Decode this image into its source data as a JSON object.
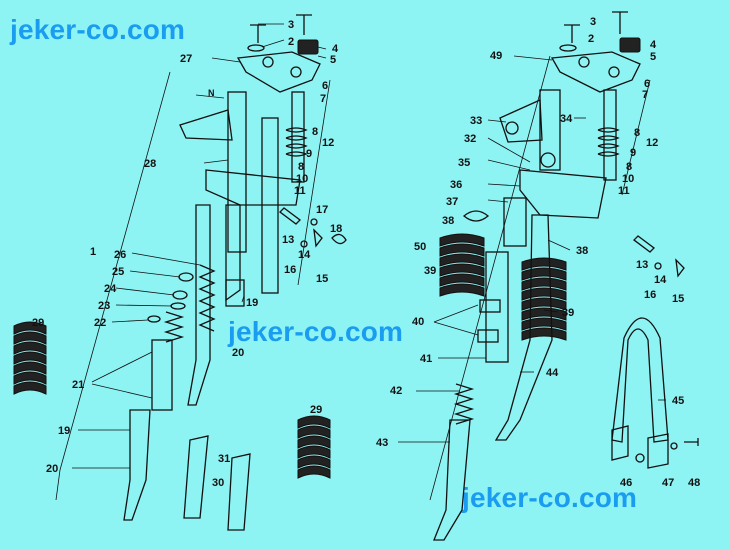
{
  "watermarks": [
    "jeker-co.com",
    "jeker-co.com",
    "jeker-co.com"
  ],
  "labels": {
    "left": [
      "1",
      "2",
      "3",
      "4",
      "5",
      "6",
      "7",
      "8",
      "9",
      "8",
      "10",
      "11",
      "12",
      "13",
      "14",
      "15",
      "16",
      "17",
      "18",
      "19",
      "20",
      "21",
      "22",
      "23",
      "24",
      "25",
      "26",
      "27",
      "28",
      "29",
      "30",
      "31",
      "19",
      "20",
      "29"
    ],
    "right": [
      "2",
      "3",
      "4",
      "5",
      "6",
      "7",
      "8",
      "9",
      "8",
      "10",
      "11",
      "12",
      "13",
      "14",
      "15",
      "16",
      "32",
      "33",
      "34",
      "35",
      "36",
      "37",
      "38",
      "38",
      "39",
      "39",
      "40",
      "41",
      "42",
      "43",
      "44",
      "45",
      "46",
      "47",
      "48",
      "49",
      "50"
    ],
    "dimension": "N"
  },
  "colors": {
    "background": "#8ef3f3",
    "watermark": "#1a9cf0",
    "ink": "#111111"
  }
}
